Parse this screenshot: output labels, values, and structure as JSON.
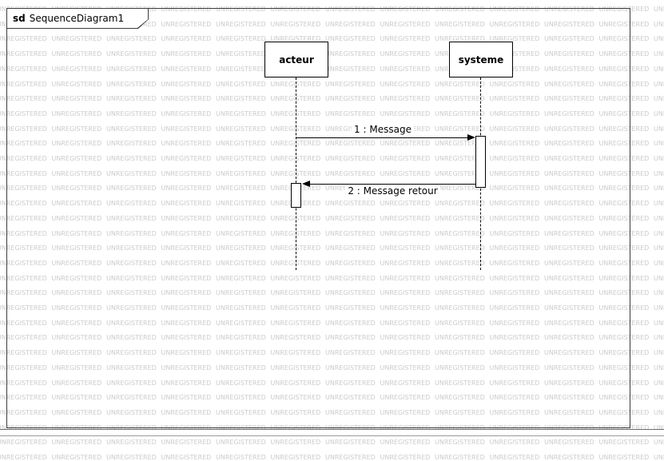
{
  "watermark": {
    "text": "UNREGISTERED",
    "color": "#cbcbcb"
  },
  "frame": {
    "keyword": "sd",
    "title": "SequenceDiagram1"
  },
  "lifelines": [
    {
      "name": "acteur"
    },
    {
      "name": "systeme"
    }
  ],
  "messages": [
    {
      "label": "1 : Message"
    },
    {
      "label": "2 : Message retour"
    }
  ]
}
